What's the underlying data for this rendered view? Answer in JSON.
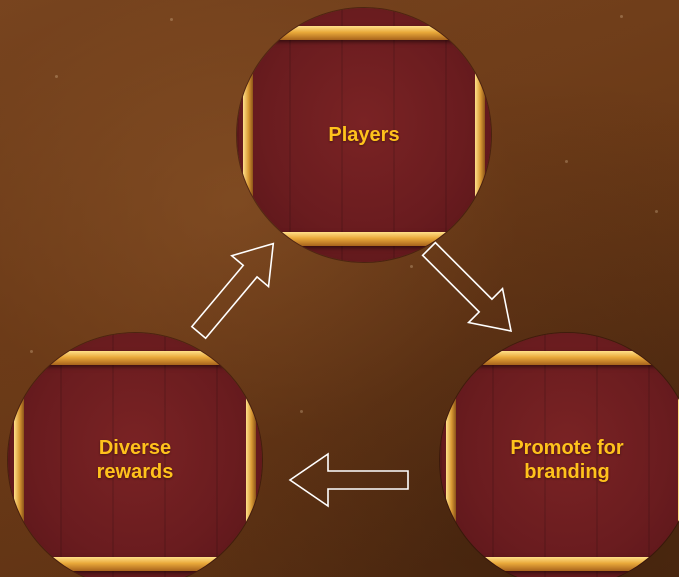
{
  "nodes": {
    "players": {
      "label": "Players"
    },
    "promote": {
      "label": "Promote for\nbranding"
    },
    "rewards": {
      "label": "Diverse\nrewards"
    }
  },
  "arrows": {
    "players_to_promote": {
      "icon": "arrow-down-right-icon"
    },
    "promote_to_rewards": {
      "icon": "arrow-left-icon"
    },
    "rewards_to_players": {
      "icon": "arrow-up-right-icon"
    }
  },
  "colors": {
    "background": "#6b3a17",
    "circle_fill": "#6a1c1f",
    "gold_trim": "#e9a93a",
    "label_text": "#ffc21c",
    "arrow_stroke": "#ffffff"
  }
}
